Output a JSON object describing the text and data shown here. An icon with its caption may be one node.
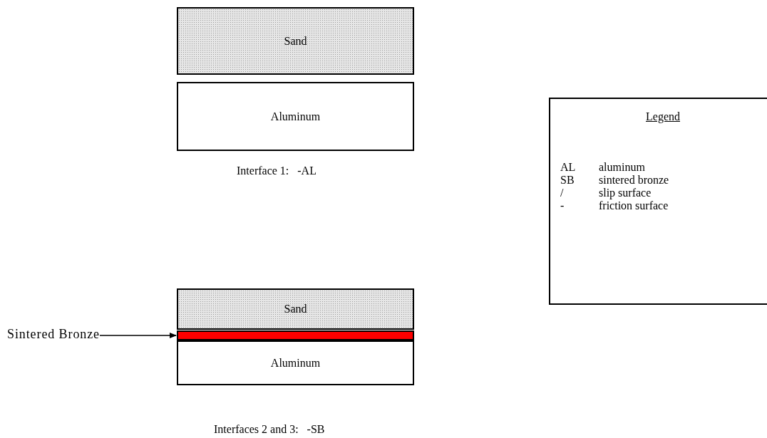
{
  "diagram": {
    "nodes": [
      {
        "text": [
          "Sand"
        ]
      },
      {
        "text": [
          "Aluminum"
        ]
      },
      {
        "text": [
          "Legend"
        ]
      },
      {
        "text": [
          "Sand"
        ]
      },
      {
        "text": [
          "Sintered Bronze"
        ]
      },
      {
        "text": [],
        "shape": "bar"
      },
      {
        "text": [
          "Aluminum"
        ]
      }
    ],
    "edges": [
      {
        "from": 4,
        "to": 5,
        "arrow": "to"
      }
    ],
    "labels": [
      "Interface 1:   -AL",
      "AL",
      "aluminum",
      "SB",
      "sintered bronze",
      "/",
      "slip surface",
      "-",
      "friction surface",
      "Interfaces 2 and 3:   -SB"
    ]
  }
}
